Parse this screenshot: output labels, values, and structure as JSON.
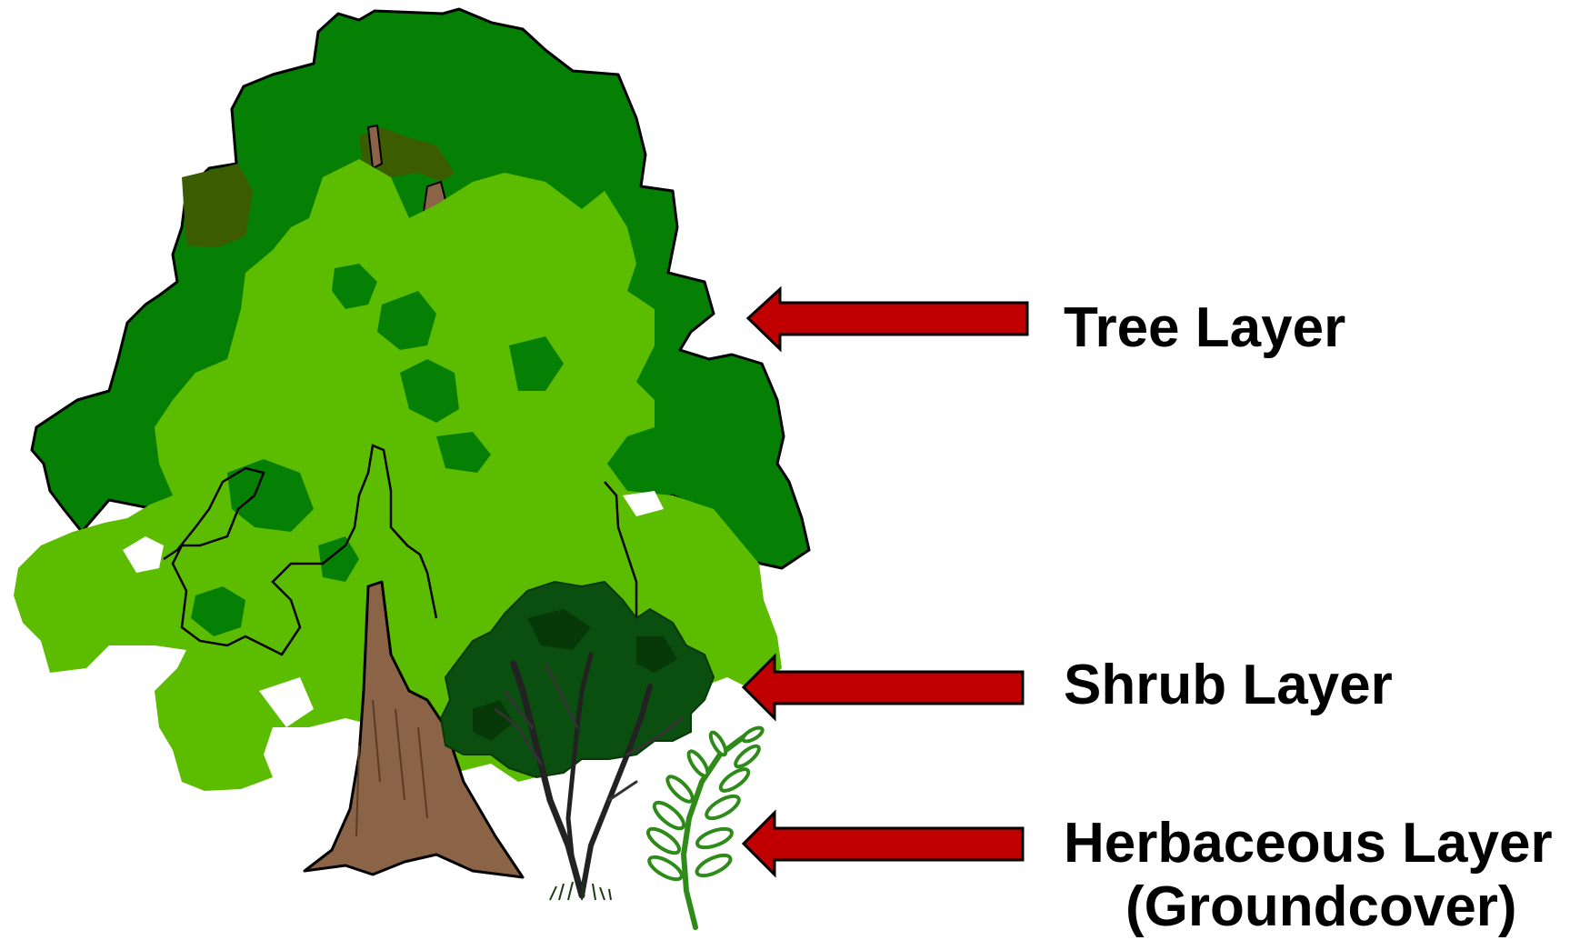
{
  "colors": {
    "arrow": "#c00000",
    "canopy_dark": "#058005",
    "canopy_light": "#5cbd00",
    "canopy_shadow": "#3b5c00",
    "trunk": "#8b6346",
    "shrub": "#0a4f10",
    "herb": "#2e8b1a",
    "label_text": "#000000"
  },
  "labels": {
    "tree": "Tree Layer",
    "shrub": "Shrub Layer",
    "herbaceous": "Herbaceous Layer",
    "herbaceous_sub": "(Groundcover)"
  },
  "icons": {
    "tree": "deciduous-tree-icon",
    "shrub": "shrub-icon",
    "herb": "fern-frond-icon",
    "arrow": "left-arrow-icon"
  }
}
